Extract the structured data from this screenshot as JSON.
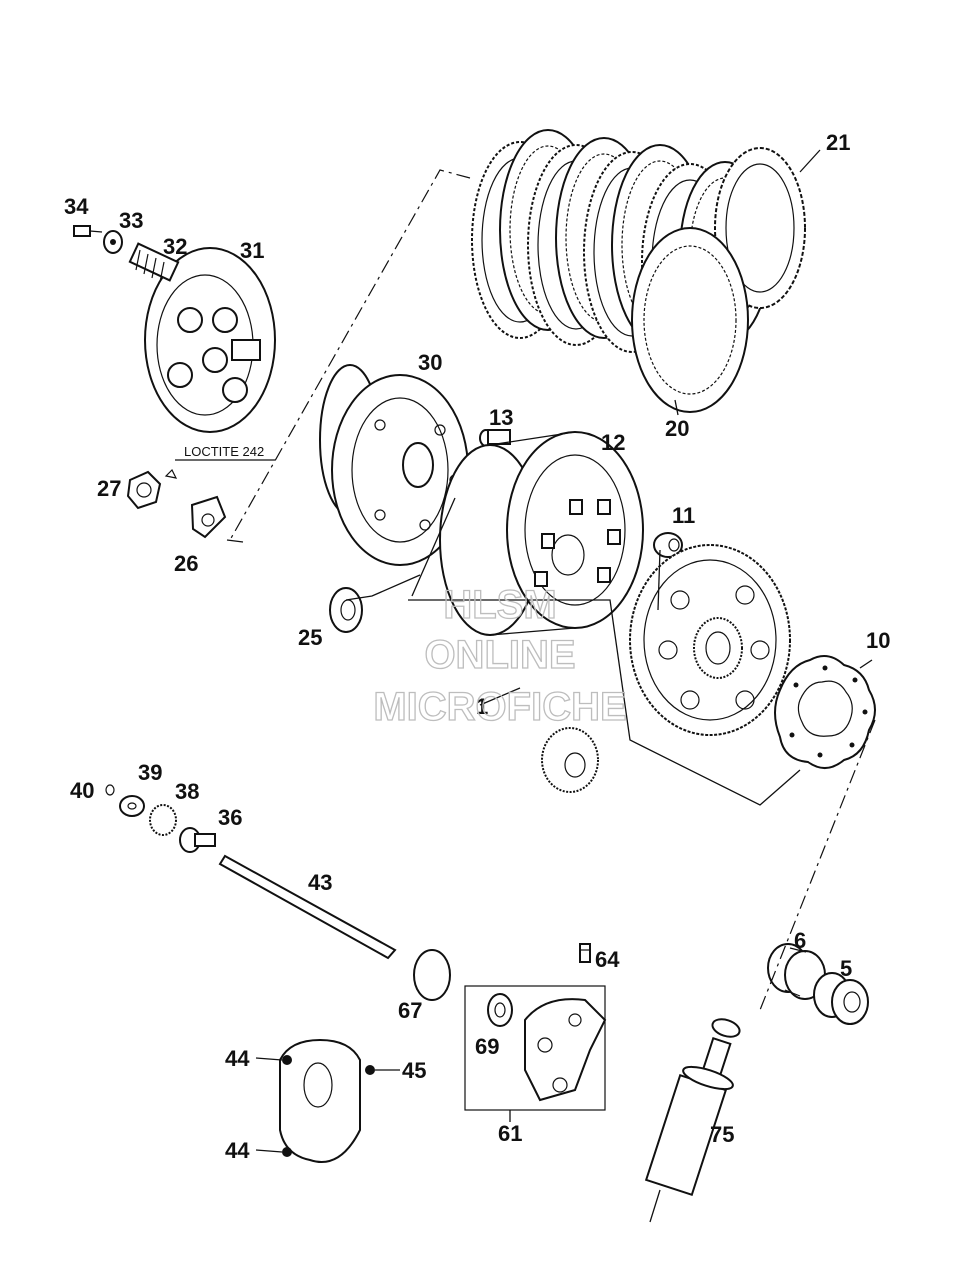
{
  "callouts": {
    "p1": "1",
    "p5": "5",
    "p6": "6",
    "p10": "10",
    "p11": "11",
    "p12": "12",
    "p13": "13",
    "p20": "20",
    "p21": "21",
    "p25": "25",
    "p26": "26",
    "p27": "27",
    "p30": "30",
    "p31": "31",
    "p32": "32",
    "p33": "33",
    "p34": "34",
    "p36": "36",
    "p38": "38",
    "p39": "39",
    "p40": "40",
    "p43": "43",
    "p44a": "44",
    "p44b": "44",
    "p45": "45",
    "p61": "61",
    "p64": "64",
    "p67": "67",
    "p69": "69",
    "p75": "75"
  },
  "note": "LOCTITE 242",
  "watermark": {
    "line1": "HLSM",
    "line2": "ONLINE",
    "line3": "MICROFICHE"
  }
}
